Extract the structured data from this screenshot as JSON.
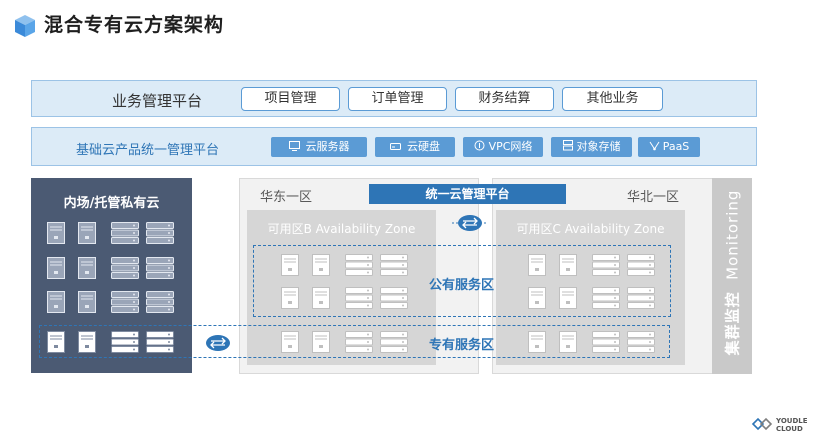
{
  "title": "混合专有云方案架构",
  "business_platform": {
    "label": "业务管理平台",
    "items": [
      "项目管理",
      "订单管理",
      "财务结算",
      "其他业务"
    ]
  },
  "base_platform": {
    "label": "基础云产品统一管理平台",
    "items": [
      {
        "icon": "monitor-icon",
        "label": "云服务器"
      },
      {
        "icon": "disk-icon",
        "label": "云硬盘"
      },
      {
        "icon": "network-icon",
        "label": "VPC网络"
      },
      {
        "icon": "storage-icon",
        "label": "对象存储"
      },
      {
        "icon": "paas-icon",
        "label": "PaaS"
      }
    ]
  },
  "private_cloud": {
    "label": "内场/托管私有云"
  },
  "regions": {
    "east": {
      "name": "华东一区",
      "az": "可用区B  Availability Zone"
    },
    "north": {
      "name": "华北一区",
      "az": "可用区C  Availability Zone"
    }
  },
  "unified_mgmt": "统一云管理平台",
  "public_zone": "公有服务区",
  "private_zone": "专有服务区",
  "monitoring": {
    "zh": "集群监控",
    "en": "Monitoring"
  },
  "brand": {
    "line1": "YOUDLE",
    "line2": "CLOUD"
  },
  "colors": {
    "accent": "#2e75b6",
    "light": "#dcebf7",
    "dark": "#4b5a73"
  }
}
